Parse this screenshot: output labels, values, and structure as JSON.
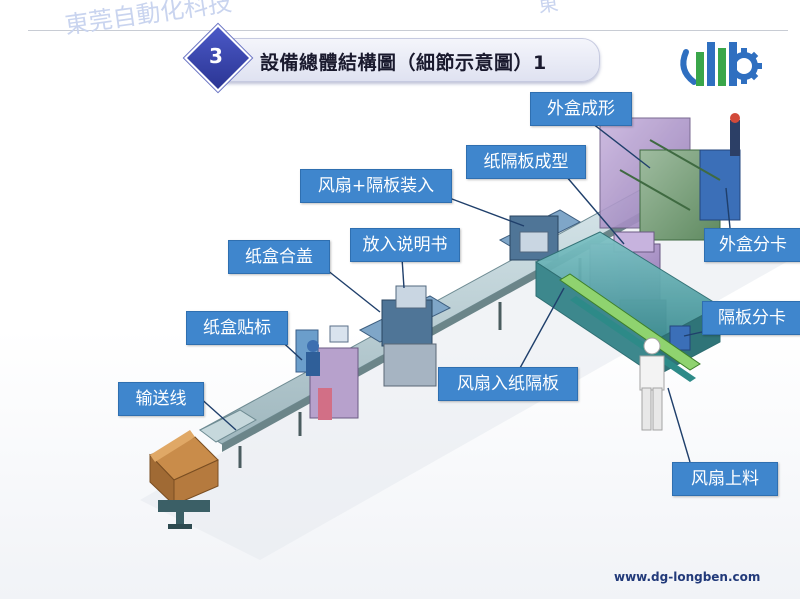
{
  "slide": {
    "number": "3",
    "title": "設備總體結構圖（細節示意圖）1",
    "url": "www.dg-longben.com",
    "watermark_left": "東莞自動化科技",
    "watermark_right": "東"
  },
  "callouts": [
    {
      "id": "outer-box-forming",
      "label": "外盒成形"
    },
    {
      "id": "paper-divider-forming",
      "label": "纸隔板成型"
    },
    {
      "id": "fan-divider-loading",
      "label": "风扇+隔板装入"
    },
    {
      "id": "insert-manual",
      "label": "放入说明书"
    },
    {
      "id": "box-lid-closing",
      "label": "纸盒合盖"
    },
    {
      "id": "box-labeling",
      "label": "纸盒贴标"
    },
    {
      "id": "conveyor-line",
      "label": "输送线"
    },
    {
      "id": "outer-box-clip",
      "label": "外盒分卡"
    },
    {
      "id": "divider-clip",
      "label": "隔板分卡"
    },
    {
      "id": "fan-into-divider",
      "label": "风扇入纸隔板"
    },
    {
      "id": "fan-feeding",
      "label": "风扇上料"
    }
  ],
  "colors": {
    "callout_bg": "#3f86cd",
    "title_diamond": "#3340a8",
    "machine_green": "#6f9a6a",
    "guard_purple": "#a990c4",
    "logo_blue": "#2f6fc0",
    "logo_green": "#3aa64a"
  }
}
